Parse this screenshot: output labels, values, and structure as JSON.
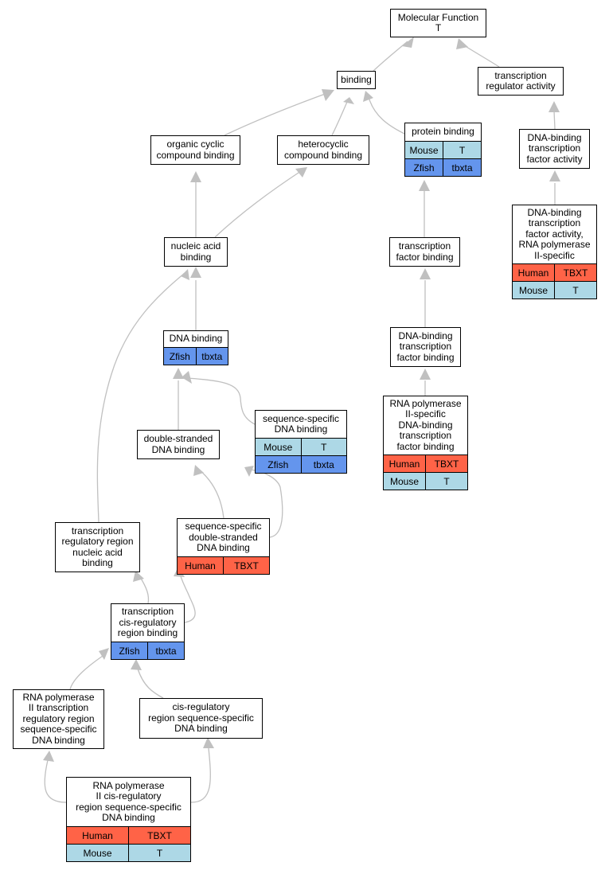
{
  "nodes": {
    "molecular_function": {
      "label": "Molecular Function\nT",
      "annotations": []
    },
    "binding": {
      "label": "binding",
      "annotations": []
    },
    "transcription_regulator_activity": {
      "label": "transcription\nregulator activity",
      "annotations": []
    },
    "organic_cyclic_compound_binding": {
      "label": "organic cyclic\ncompound binding",
      "annotations": []
    },
    "heterocyclic_compound_binding": {
      "label": "heterocyclic\ncompound binding",
      "annotations": []
    },
    "protein_binding": {
      "label": "protein binding",
      "annotations": [
        {
          "species": "Mouse",
          "gene": "T"
        },
        {
          "species": "Zfish",
          "gene": "tbxta"
        }
      ]
    },
    "dna_binding_tf_activity": {
      "label": "DNA-binding\ntranscription\nfactor activity",
      "annotations": []
    },
    "nucleic_acid_binding": {
      "label": "nucleic acid\nbinding",
      "annotations": []
    },
    "transcription_factor_binding": {
      "label": "transcription\nfactor binding",
      "annotations": []
    },
    "dna_binding_tf_activity_pol2": {
      "label": "DNA-binding\ntranscription\nfactor activity,\nRNA polymerase\nII-specific",
      "annotations": [
        {
          "species": "Human",
          "gene": "TBXT"
        },
        {
          "species": "Mouse",
          "gene": "T"
        }
      ]
    },
    "dna_binding": {
      "label": "DNA binding",
      "annotations": [
        {
          "species": "Zfish",
          "gene": "tbxta"
        }
      ]
    },
    "dna_binding_tf_binding": {
      "label": "DNA-binding\ntranscription\nfactor binding",
      "annotations": []
    },
    "sequence_specific_dna_binding": {
      "label": "sequence-specific\nDNA binding",
      "annotations": [
        {
          "species": "Mouse",
          "gene": "T"
        },
        {
          "species": "Zfish",
          "gene": "tbxta"
        }
      ]
    },
    "double_stranded_dna_binding": {
      "label": "double-stranded\nDNA binding",
      "annotations": []
    },
    "rna_pol2_specific_dna_binding_tf_binding": {
      "label": "RNA polymerase\nII-specific\nDNA-binding\ntranscription\nfactor binding",
      "annotations": [
        {
          "species": "Human",
          "gene": "TBXT"
        },
        {
          "species": "Mouse",
          "gene": "T"
        }
      ]
    },
    "seq_specific_ds_dna_binding": {
      "label": "sequence-specific\ndouble-stranded\nDNA binding",
      "annotations": [
        {
          "species": "Human",
          "gene": "TBXT"
        }
      ]
    },
    "transcription_regulatory_region_na_binding": {
      "label": "transcription\nregulatory region\nnucleic acid\nbinding",
      "annotations": []
    },
    "transcription_cis_regulatory_region_binding": {
      "label": "transcription\ncis-regulatory\nregion binding",
      "annotations": [
        {
          "species": "Zfish",
          "gene": "tbxta"
        }
      ]
    },
    "rna_pol2_transcription_regulatory_region_ssdb": {
      "label": "RNA polymerase\nII transcription\nregulatory region\nsequence-specific\nDNA binding",
      "annotations": []
    },
    "cis_regulatory_region_ssdb": {
      "label": "cis-regulatory\nregion sequence-specific\nDNA binding",
      "annotations": []
    },
    "rna_pol2_cis_regulatory_region_ssdb": {
      "label": "RNA polymerase\nII cis-regulatory\nregion sequence-specific\nDNA binding",
      "annotations": [
        {
          "species": "Human",
          "gene": "TBXT"
        },
        {
          "species": "Mouse",
          "gene": "T"
        }
      ]
    }
  },
  "edges": [
    [
      "binding",
      "molecular_function"
    ],
    [
      "transcription_regulator_activity",
      "molecular_function"
    ],
    [
      "organic_cyclic_compound_binding",
      "binding"
    ],
    [
      "heterocyclic_compound_binding",
      "binding"
    ],
    [
      "protein_binding",
      "binding"
    ],
    [
      "dna_binding_tf_activity",
      "transcription_regulator_activity"
    ],
    [
      "nucleic_acid_binding",
      "organic_cyclic_compound_binding"
    ],
    [
      "nucleic_acid_binding",
      "heterocyclic_compound_binding"
    ],
    [
      "transcription_factor_binding",
      "protein_binding"
    ],
    [
      "dna_binding_tf_activity_pol2",
      "dna_binding_tf_activity"
    ],
    [
      "dna_binding",
      "nucleic_acid_binding"
    ],
    [
      "dna_binding_tf_binding",
      "transcription_factor_binding"
    ],
    [
      "rna_pol2_specific_dna_binding_tf_binding",
      "dna_binding_tf_binding"
    ],
    [
      "sequence_specific_dna_binding",
      "dna_binding"
    ],
    [
      "double_stranded_dna_binding",
      "dna_binding"
    ],
    [
      "seq_specific_ds_dna_binding",
      "double_stranded_dna_binding"
    ],
    [
      "seq_specific_ds_dna_binding",
      "sequence_specific_dna_binding"
    ],
    [
      "transcription_regulatory_region_na_binding",
      "nucleic_acid_binding"
    ],
    [
      "transcription_cis_regulatory_region_binding",
      "transcription_regulatory_region_na_binding"
    ],
    [
      "transcription_cis_regulatory_region_binding",
      "seq_specific_ds_dna_binding"
    ],
    [
      "rna_pol2_transcription_regulatory_region_ssdb",
      "transcription_cis_regulatory_region_binding"
    ],
    [
      "cis_regulatory_region_ssdb",
      "transcription_cis_regulatory_region_binding"
    ],
    [
      "rna_pol2_cis_regulatory_region_ssdb",
      "rna_pol2_transcription_regulatory_region_ssdb"
    ],
    [
      "rna_pol2_cis_regulatory_region_ssdb",
      "cis_regulatory_region_ssdb"
    ]
  ],
  "colors": {
    "Human": "#ff6347",
    "Mouse": "#add8e6",
    "Zfish": "#6495ed",
    "edge": "#c0c0c0"
  }
}
